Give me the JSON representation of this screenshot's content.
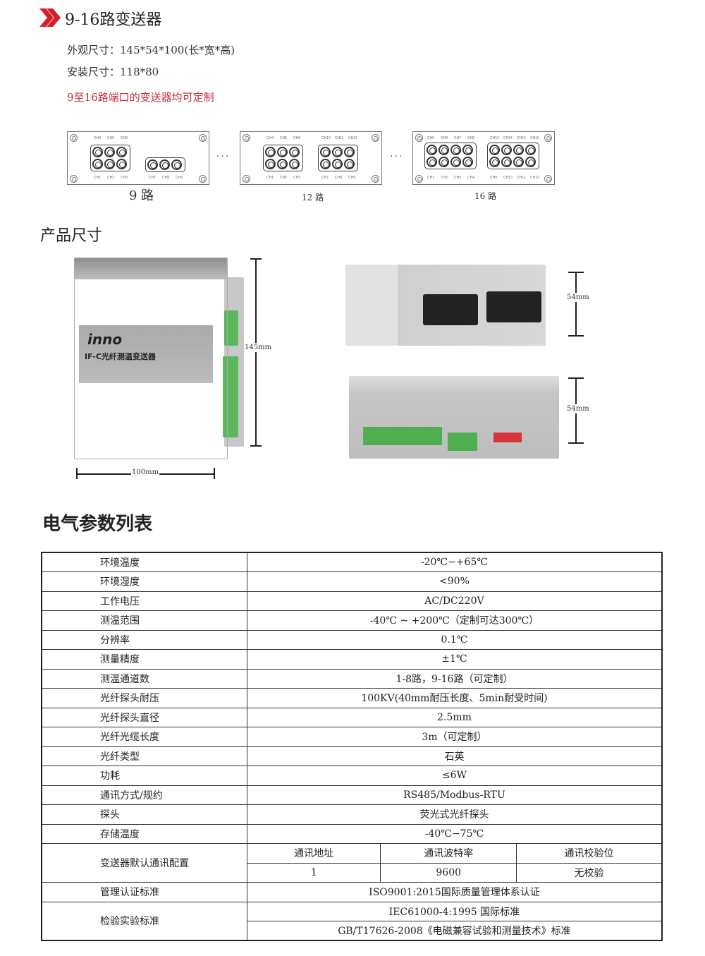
{
  "header": {
    "title": "9-16路变送器",
    "chevron_color": "#d0202a"
  },
  "specs": {
    "outer_size": "外观尺寸：145*54*100(长*宽*高)",
    "install_size": "安装尺寸：118*80",
    "custom_note": "9至16路端口的变送器均可定制"
  },
  "panels": [
    {
      "label": "9 路",
      "top_channels": [
        "CH4",
        "CH5",
        "CH6"
      ],
      "bottom_channels": [
        "CH1",
        "CH2",
        "CH3",
        "CH7",
        "CH8",
        "CH9"
      ]
    },
    {
      "label": "12 路",
      "top_channels": [
        "CH4",
        "CH5",
        "CH6",
        "CH10",
        "CH11",
        "CH12"
      ],
      "bottom_channels": [
        "CH1",
        "CH2",
        "CH3",
        "CH7",
        "CH8",
        "CH9"
      ]
    },
    {
      "label": "16 路",
      "top_channels": [
        "CH5",
        "CH6",
        "CH7",
        "CH8",
        "CH13",
        "CH14",
        "CH15",
        "CH16"
      ],
      "bottom_channels": [
        "CH1",
        "CH2",
        "CH3",
        "CH4",
        "CH9",
        "CH10",
        "CH11",
        "CH12"
      ]
    }
  ],
  "ellipsis": "···",
  "product_size": {
    "heading": "产品尺寸",
    "height_dim": "145mm",
    "width_dim": "100mm",
    "depth_dim_1": "54mm",
    "depth_dim_2": "54mm",
    "device_brand": "inno",
    "device_model": "IF-C光纤测温变送器"
  },
  "param_table": {
    "heading": "电气参数列表",
    "rows": [
      {
        "label": "环境温度",
        "value": "-20℃−+65℃"
      },
      {
        "label": "环境湿度",
        "value": "<90%"
      },
      {
        "label": "工作电压",
        "value": "AC/DC220V"
      },
      {
        "label": "测温范围",
        "value": "-40℃ ~ +200℃（定制可达300℃）"
      },
      {
        "label": "分辨率",
        "value": "0.1℃"
      },
      {
        "label": "测量精度",
        "value": "±1℃"
      },
      {
        "label": "测温通道数",
        "value": "1-8路，9-16路（可定制）"
      },
      {
        "label": "光纤探头耐压",
        "value": "100KV(40mm耐压长度、5min耐受时间)"
      },
      {
        "label": "光纤探头直径",
        "value": "2.5mm"
      },
      {
        "label": "光纤光缆长度",
        "value": "3m（可定制）"
      },
      {
        "label": "光纤类型",
        "value": "石英"
      },
      {
        "label": "功耗",
        "value": "≤6W"
      },
      {
        "label": "通讯方式/规约",
        "value": "RS485/Modbus-RTU"
      },
      {
        "label": "探头",
        "value": "荧光式光纤探头"
      },
      {
        "label": "存储温度",
        "value": "-40℃−75℃"
      }
    ],
    "comm_config": {
      "label": "变送器默认通讯配置",
      "headers": [
        "通讯地址",
        "通讯波特率",
        "通讯校验位"
      ],
      "values": [
        "1",
        "9600",
        "无校验"
      ]
    },
    "mgmt": {
      "label": "管理认证标准",
      "value": "ISO9001:2015国际质量管理体系认证"
    },
    "inspection": {
      "label": "检验实验标准",
      "values": [
        "IEC61000-4:1995 国际标准",
        "GB/T17626-2008《电磁兼容试验和测量技术》标准"
      ]
    }
  }
}
